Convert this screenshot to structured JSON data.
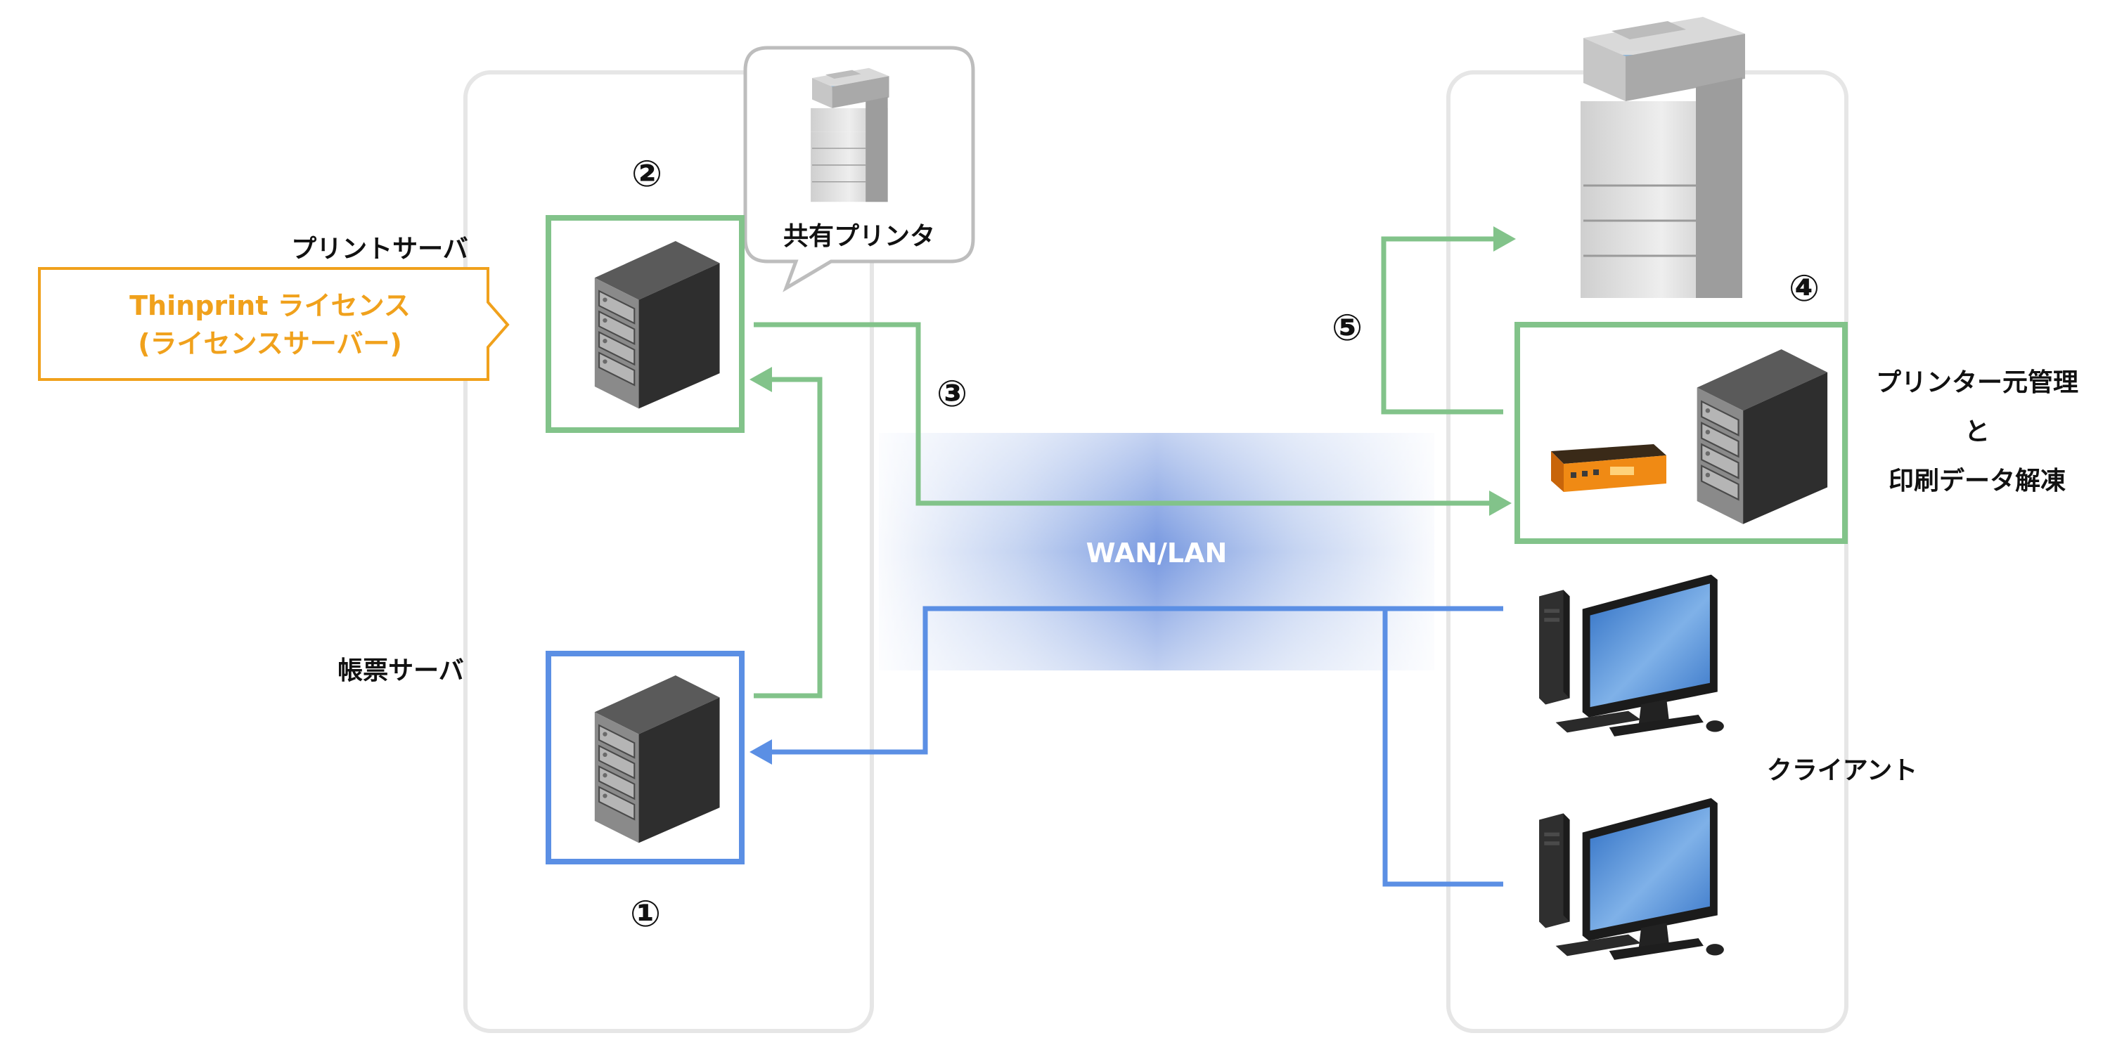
{
  "labels": {
    "print_server": "プリントサーバ",
    "form_server": "帳票サーバ",
    "shared_printer": "共有プリンタ",
    "license_line1": "Thinprint ライセンス",
    "license_line2": "(ライセンスサーバー)",
    "network": "WAN/LAN",
    "printer_mgmt_line1": "プリンター元管理",
    "printer_mgmt_line2": "と",
    "printer_mgmt_line3": "印刷データ解凍",
    "clients": "クライアント"
  },
  "steps": {
    "s1": "①",
    "s2": "②",
    "s3": "③",
    "s4": "④",
    "s5": "⑤"
  },
  "colors": {
    "green": "#82c38a",
    "blue": "#5b8fe4",
    "orange": "#f0a11c",
    "panel": "#e6e6e6",
    "network_band": "#8aa8e4"
  },
  "icons": {
    "server": "server-rack-icon",
    "printer": "multifunction-printer-icon",
    "thinprint_box": "thinprint-hub-icon",
    "client": "desktop-pc-icon"
  }
}
